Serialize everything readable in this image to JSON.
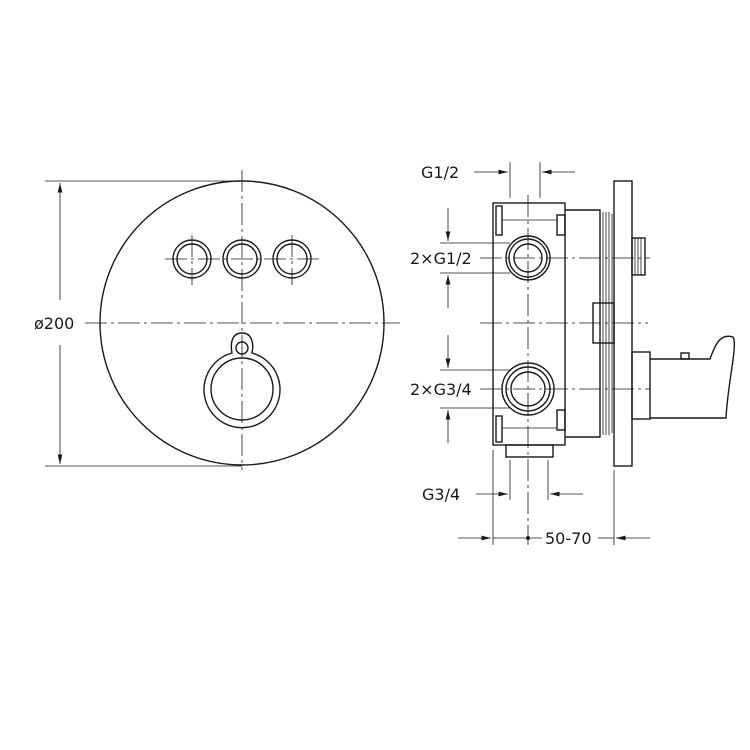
{
  "front_view": {
    "diameter_label": "ø200"
  },
  "side_view": {
    "top_connection_label": "G1/2",
    "upper_ports_label": "2×G1/2",
    "lower_ports_label": "2×G3/4",
    "bottom_connection_label": "G3/4",
    "depth_label": "50-70"
  }
}
